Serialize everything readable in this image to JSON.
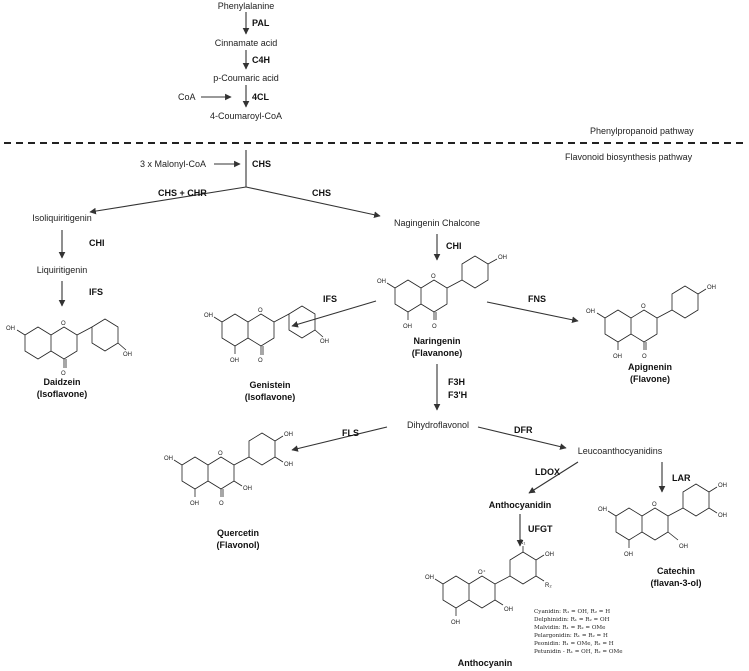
{
  "pathway": {
    "phenylpropanoid_label": "Phenylpropanoid pathway",
    "flavonoid_label": "Flavonoid biosynthesis pathway"
  },
  "compounds": {
    "phenylalanine": "Phenylalanine",
    "cinnamate": "Cinnamate acid",
    "p_coumaric": "p-Coumaric acid",
    "coa": "CoA",
    "coumaroyl_coa": "4-Coumaroyl-CoA",
    "malonyl_coa": "3 x Malonyl-CoA",
    "isoliquiritigenin": "Isoliquiritigenin",
    "liquiritigenin": "Liquiritigenin",
    "nagingenin_chalcone": "Nagingenin Chalcone",
    "daidzein": "Daidzein",
    "daidzein_class": "(Isoflavone)",
    "genistein": "Genistein",
    "genistein_class": "(Isoflavone)",
    "naringenin": "Naringenin",
    "naringenin_class": "(Flavanone)",
    "apigenin": "Apignenin",
    "apigenin_class": "(Flavone)",
    "dihydroflavonol": "Dihydroflavonol",
    "leucoanthocyanidins": "Leucoanthocyanidins",
    "anthocyanidin": "Anthocyanidin",
    "quercetin": "Quercetin",
    "quercetin_class": "(Flavonol)",
    "catechin": "Catechin",
    "catechin_class": "(flavan-3-ol)",
    "anthocyanin": "Anthocyanin"
  },
  "enzymes": {
    "pal": "PAL",
    "c4h": "C4H",
    "cl4": "4CL",
    "chs": "CHS",
    "chs_chr": "CHS + CHR",
    "chs_right": "CHS",
    "chi_left": "CHI",
    "chi_right": "CHI",
    "ifs_left": "IFS",
    "ifs_mid": "IFS",
    "fns": "FNS",
    "f3h": "F3H",
    "f3ph": "F3'H",
    "fls": "FLS",
    "dfr": "DFR",
    "ldox": "LDOX",
    "lar": "LAR",
    "ufgt": "UFGT"
  },
  "atoms": {
    "oh": "OH",
    "o": "O",
    "o_plus": "O⁺",
    "r1": "R₁",
    "r2": "R₂"
  },
  "anthocyanin_legend": [
    "Cyanidin: R₁ = OH, R₂ = H",
    "Delphinidin: R₁ = R₂ = OH",
    "Malvidin: R₁ = R₂ = OMe",
    "Pelargonidin: R₁ = R₂ = H",
    "Peonidin: R₁ = OMe, R₂ = H",
    "Petunidin - R₁ = OH, R₂ = OMe"
  ]
}
